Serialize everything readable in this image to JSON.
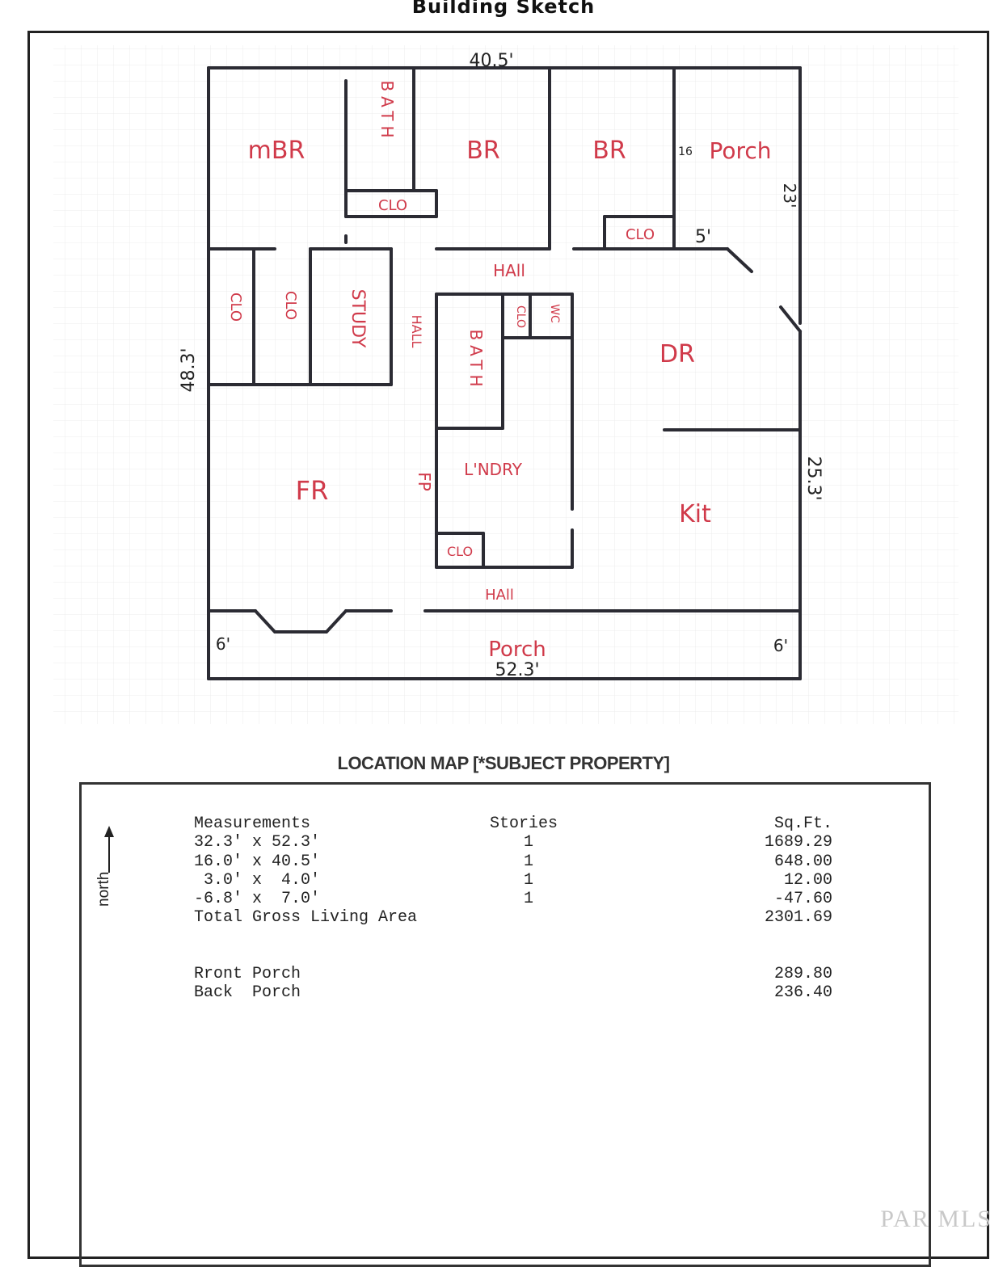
{
  "page_title": "Building Sketch",
  "sketch": {
    "dimensions": {
      "top": "40.5'",
      "right_upper": "23'",
      "left": "48.3'",
      "right_lower": "25.3'",
      "bottom": "52.3'",
      "porch_left": "6'",
      "porch_right": "6'",
      "notch": "5'",
      "porch_width": "16"
    },
    "rooms": {
      "mbr": "mBR",
      "bath_top": "BATH",
      "br1": "BR",
      "br2": "BR",
      "porch_top": "Porch",
      "clo_top": "CLO",
      "clo_right": "CLO",
      "hall_top": "HAll",
      "clo_left1": "CLO",
      "clo_left2": "CLO",
      "study": "STUDY",
      "hall_vertical": "HALL",
      "bath_mid": "BATH",
      "clo_mid": "CLO",
      "wc": "WC",
      "dr": "DR",
      "fr": "FR",
      "fp": "FP",
      "laundry": "L'NDRY",
      "kit": "Kit",
      "clo_bottom": "CLO",
      "hall_bottom": "HAll",
      "porch_bottom": "Porch"
    }
  },
  "location_map": {
    "title": "LOCATION MAP [*SUBJECT PROPERTY]",
    "north_label": "north",
    "headers": {
      "measurements": "Measurements",
      "stories": "Stories",
      "sqft": "Sq.Ft."
    },
    "rows": [
      {
        "meas": "32.3' x 52.3'",
        "stories": "1",
        "sqft": "1689.29"
      },
      {
        "meas": "16.0' x 40.5'",
        "stories": "1",
        "sqft": "648.00"
      },
      {
        "meas": " 3.0' x  4.0'",
        "stories": "1",
        "sqft": "12.00"
      },
      {
        "meas": "-6.8' x  7.0'",
        "stories": "1",
        "sqft": "-47.60"
      }
    ],
    "total_label": "Total Gross Living Area",
    "total_value": "2301.69",
    "porches": [
      {
        "label": "Rront Porch",
        "value": "289.80"
      },
      {
        "label": "Back  Porch",
        "value": "236.40"
      }
    ]
  },
  "watermark": "PAR MLS",
  "colors": {
    "ink": "#222222",
    "room_label": "#d03a4a",
    "grid": "#e6e6e6"
  }
}
